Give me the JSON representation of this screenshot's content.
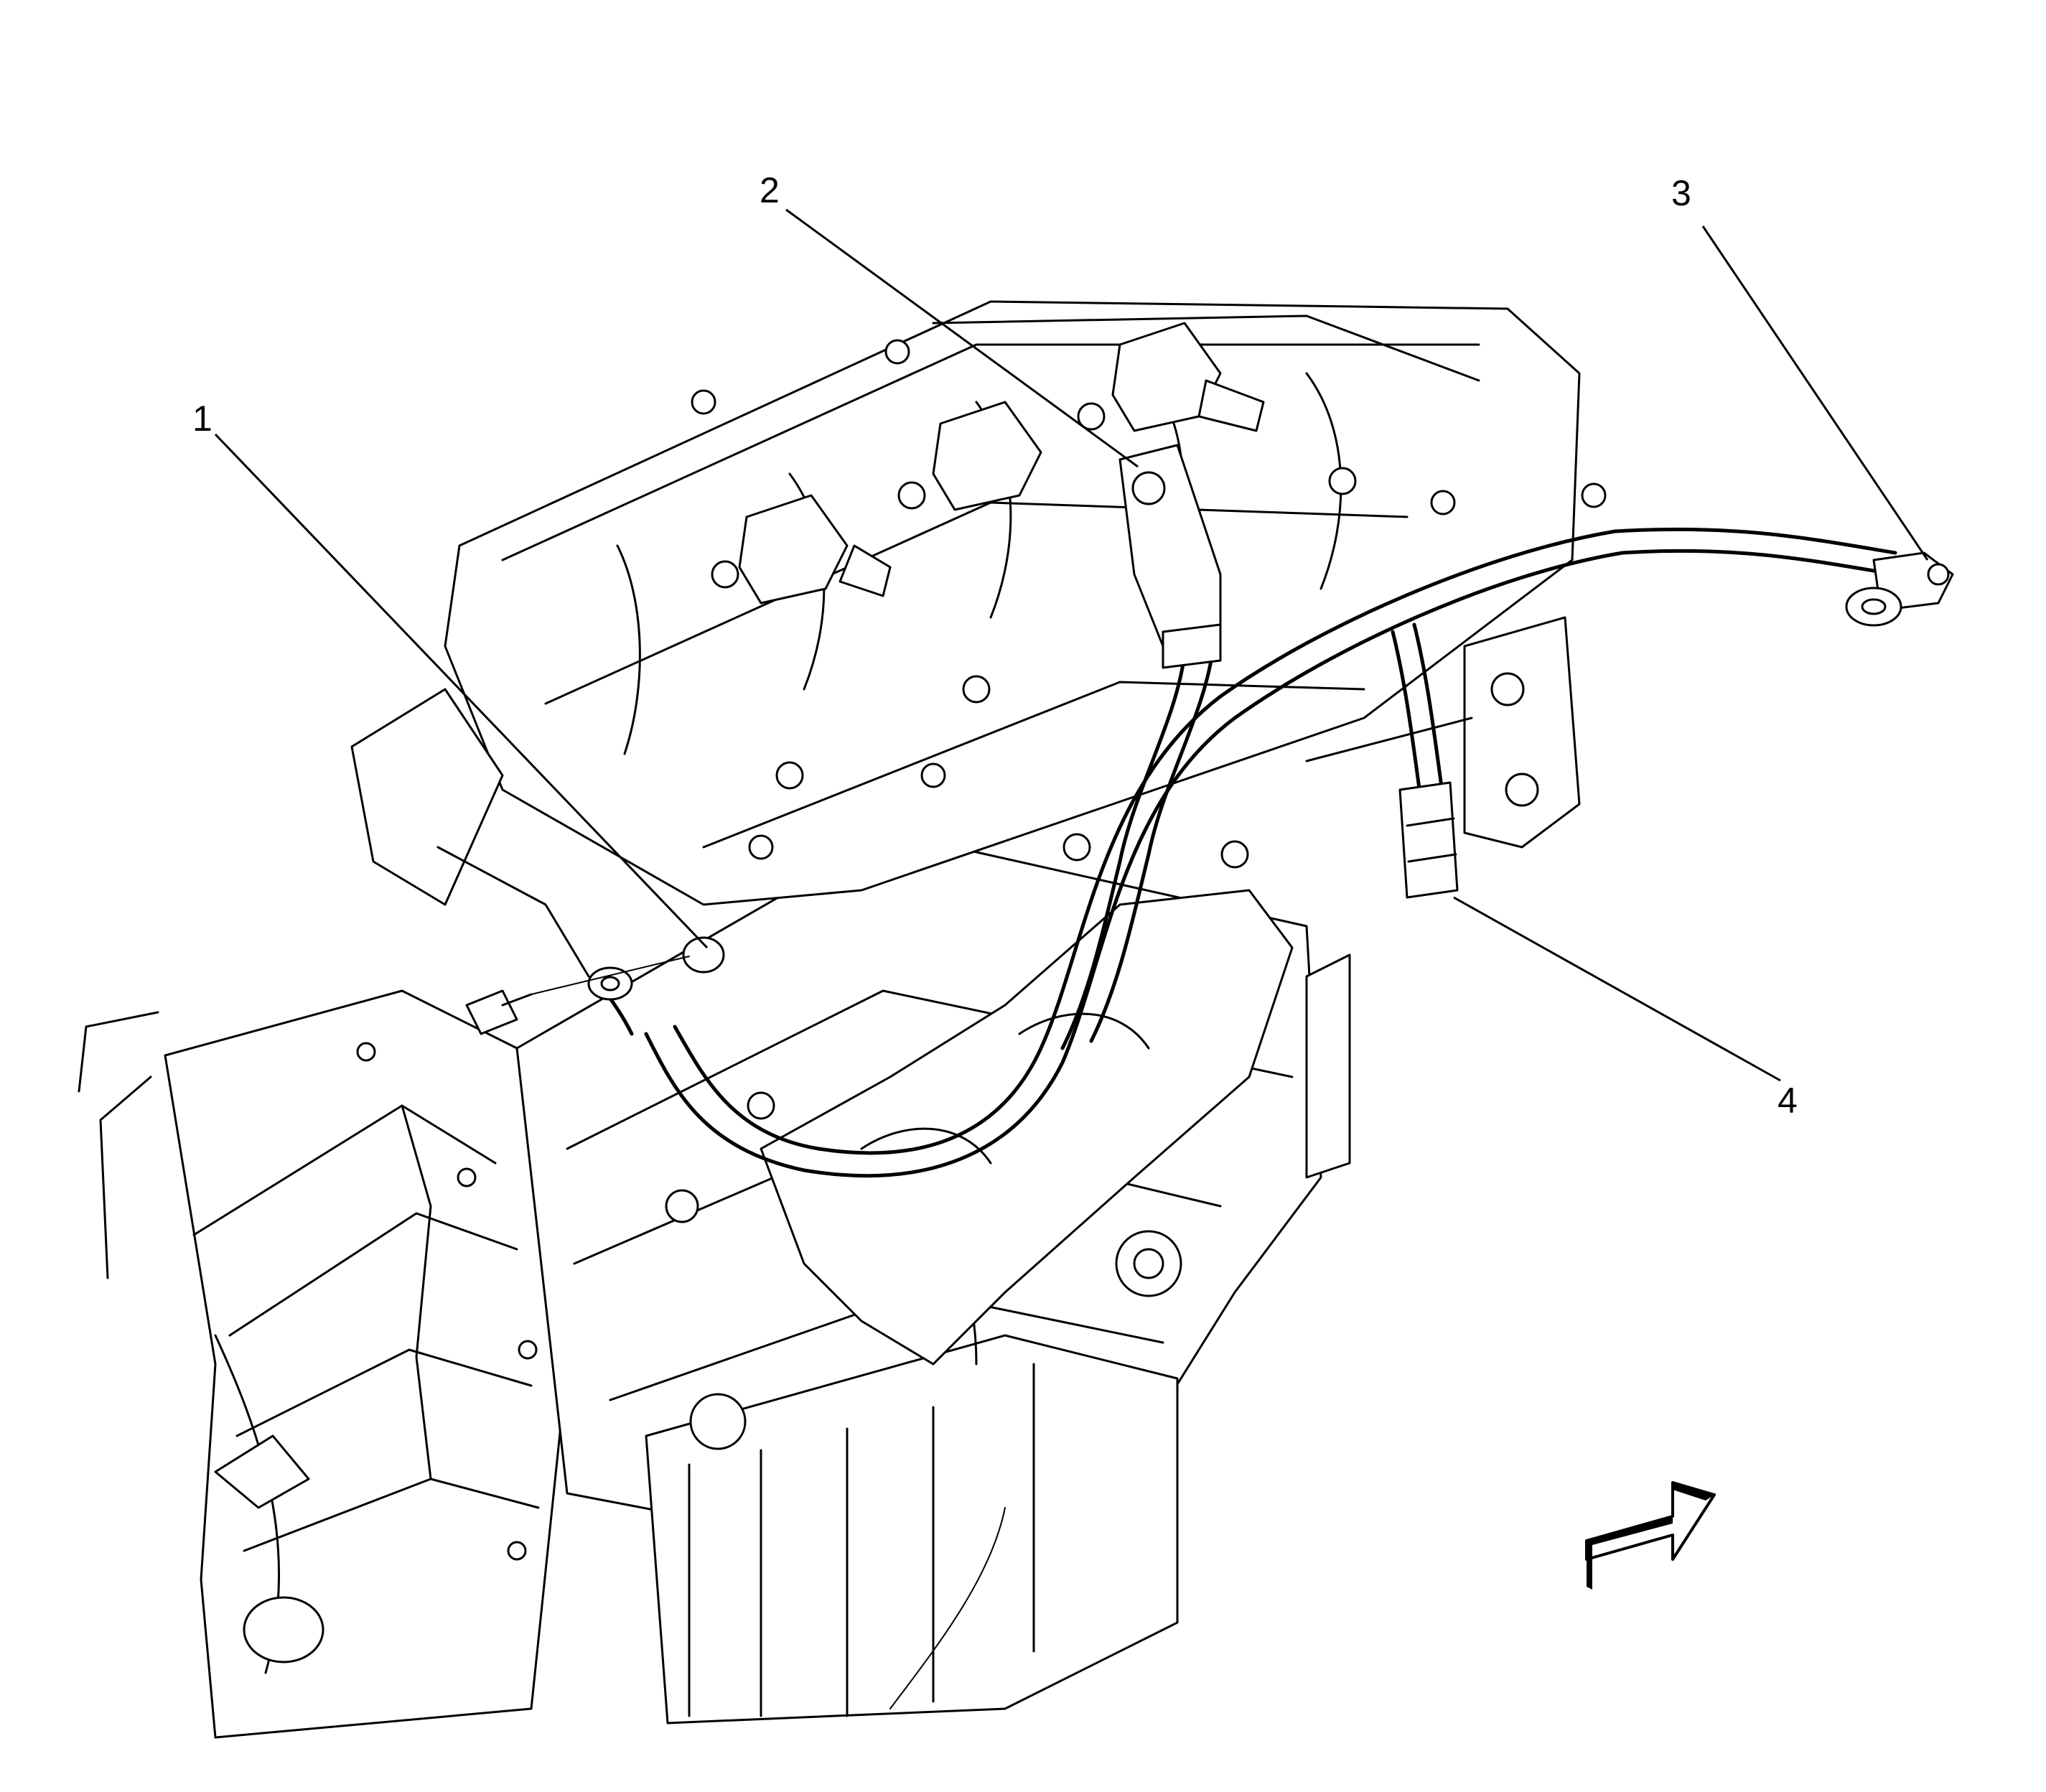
{
  "diagram": {
    "callouts": [
      {
        "id": "1",
        "label": "1"
      },
      {
        "id": "2",
        "label": "2"
      },
      {
        "id": "3",
        "label": "3"
      },
      {
        "id": "4",
        "label": "4"
      }
    ],
    "icons": {
      "direction_arrow": "front-direction-arrow-icon"
    },
    "colors": {
      "line": "#000000",
      "background": "#ffffff"
    }
  }
}
